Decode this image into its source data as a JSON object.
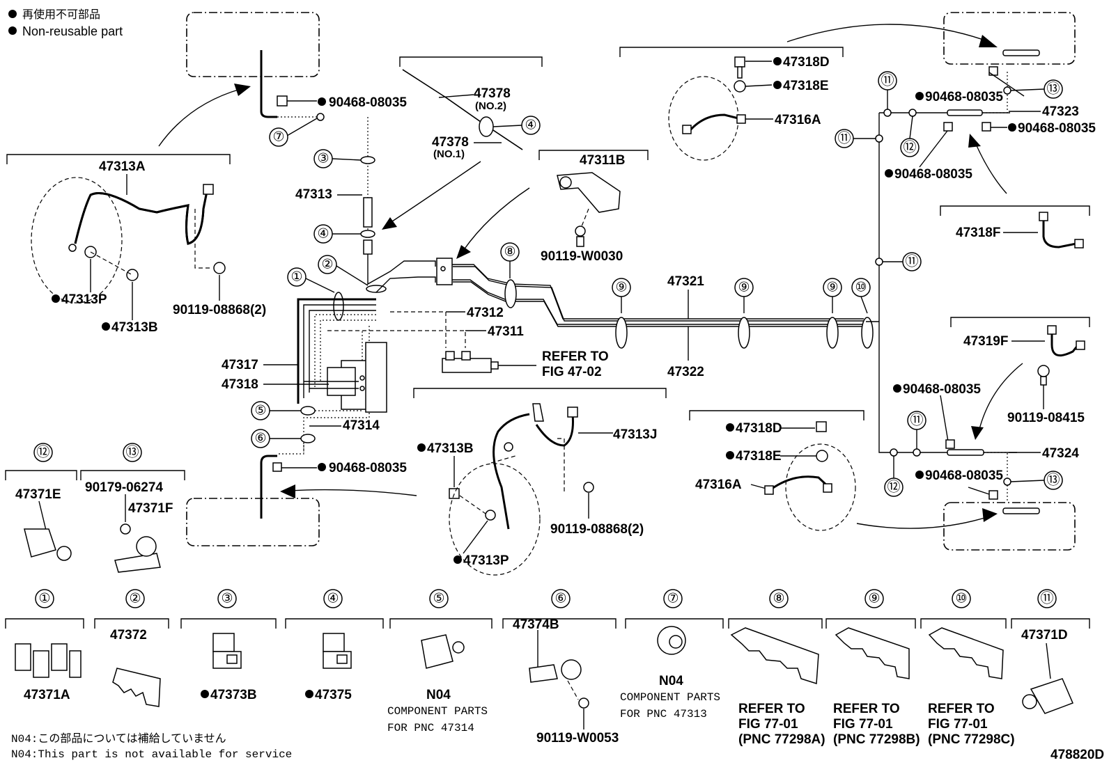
{
  "legend": {
    "jp": "再使用不可部品",
    "en": "Non-reusable part"
  },
  "footnote": {
    "jp": "N04:この部品については補給していません",
    "en": "N04:This part is not available for service"
  },
  "figure_id": "478820D",
  "callout_marker": "●",
  "labels": {
    "p90468_tl": "90468-08035",
    "p47378_no2": "47378",
    "no2": "(NO.2)",
    "p47378_no1": "47378",
    "no1": "(NO.1)",
    "p47313": "47313",
    "p47313A": "47313A",
    "p47313P_l": "47313P",
    "p47313B_l": "47313B",
    "p90119_08868_l": "90119-08868(2)",
    "p47311B": "47311B",
    "p90119_W0030": "90119-W0030",
    "p47312": "47312",
    "p47311": "47311",
    "refer_to": "REFER TO",
    "fig_47_02": "FIG 47-02",
    "p47317": "47317",
    "p47318": "47318",
    "p47314": "47314",
    "p90468_ml": "90468-08035",
    "p47321": "47321",
    "p47322": "47322",
    "p47318D_t": "47318D",
    "p47318E_t": "47318E",
    "p47316A_t": "47316A",
    "p90468_tr1": "90468-08035",
    "p47323": "47323",
    "p90468_tr2": "90468-08035",
    "p90468_tr3": "90468-08035",
    "p47318F": "47318F",
    "p47319F": "47319F",
    "p90119_08415": "90119-08415",
    "p90468_rm": "90468-08035",
    "p47324": "47324",
    "p90468_rb": "90468-08035",
    "p47318D_b": "47318D",
    "p47318E_b": "47318E",
    "p47316A_b": "47316A",
    "p47313B_c": "47313B",
    "p47313J": "47313J",
    "p90119_08868_c": "90119-08868(2)",
    "p47313P_c": "47313P",
    "p47371E": "47371E",
    "p90179_06274": "90179-06274",
    "p47371F": "47371F"
  },
  "refs": [
    "①",
    "②",
    "③",
    "④",
    "⑤",
    "⑥",
    "⑦",
    "⑧",
    "⑨",
    "⑩",
    "⑪",
    "⑫",
    "⑬"
  ],
  "bottom_parts": [
    {
      "ref": "①",
      "part": "47371A",
      "marked": false
    },
    {
      "ref": "②",
      "part": "47372",
      "marked": false
    },
    {
      "ref": "③",
      "part": "47373B",
      "marked": true
    },
    {
      "ref": "④",
      "part": "47375",
      "marked": true
    },
    {
      "ref": "⑤",
      "part": "N04",
      "sub1": "COMPONENT PARTS",
      "sub2": "FOR PNC 47314"
    },
    {
      "ref": "⑥",
      "part": "47374B",
      "part2": "90119-W0053"
    },
    {
      "ref": "⑦",
      "part": "N04",
      "sub1": "COMPONENT PARTS",
      "sub2": "FOR PNC 47313"
    },
    {
      "ref": "⑧",
      "l1": "REFER TO",
      "l2": "FIG 77-01",
      "l3": "(PNC 77298A)"
    },
    {
      "ref": "⑨",
      "l1": "REFER TO",
      "l2": "FIG 77-01",
      "l3": "(PNC 77298B)"
    },
    {
      "ref": "⑩",
      "l1": "REFER TO",
      "l2": "FIG 77-01",
      "l3": "(PNC 77298C)"
    },
    {
      "ref": "⑪",
      "part": "47371D"
    }
  ]
}
